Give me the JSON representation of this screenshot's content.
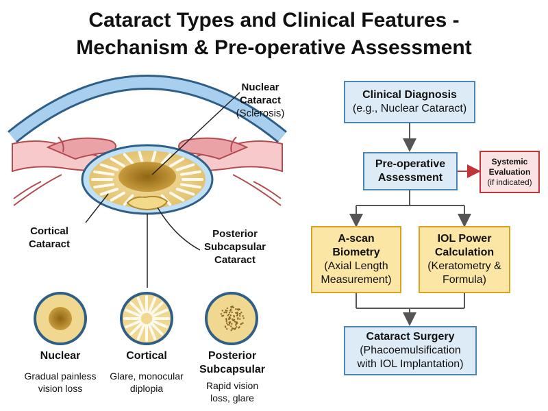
{
  "title": {
    "line1": "Cataract Types and Clinical Features -",
    "line2": "Mechanism & Pre-operative Assessment"
  },
  "eye_labels": {
    "nuclear": {
      "l1": "Nuclear",
      "l2": "Cataract",
      "l3": "(Sclerosis)"
    },
    "cortical": {
      "l1": "Cortical",
      "l2": "Cataract"
    },
    "psc": {
      "l1": "Posterior",
      "l2": "Subcapsular",
      "l3": "Cataract"
    }
  },
  "types": [
    {
      "name": "Nuclear",
      "desc1": "Gradual painless",
      "desc2": "vision loss"
    },
    {
      "name": "Cortical",
      "desc1": "Glare, monocular",
      "desc2": "diplopia"
    },
    {
      "name1": "Posterior",
      "name2": "Subcapsular",
      "desc1": "Rapid vision",
      "desc2": "loss, glare"
    }
  ],
  "flow": {
    "diagnosis": {
      "head": "Clinical Diagnosis",
      "sub": "(e.g., Nuclear Cataract)"
    },
    "preop": {
      "l1": "Pre-operative",
      "l2": "Assessment"
    },
    "systemic": {
      "l1": "Systemic",
      "l2": "Evaluation",
      "l3": "(if indicated)"
    },
    "ascan": {
      "l1": "A-scan",
      "l2": "Biometry",
      "l3": "(Axial Length",
      "l4": "Measurement)"
    },
    "iol": {
      "l1": "IOL Power",
      "l2": "Calculation",
      "l3": "(Keratometry &",
      "l4": "Formula)"
    },
    "surgery": {
      "head": "Cataract Surgery",
      "sub1": "(Phacoemulsification",
      "sub2": "with IOL Implantation)"
    }
  },
  "colors": {
    "blue_box": "#dcebf6",
    "blue_border": "#4a86b4",
    "yellow_box": "#fbe6a6",
    "yellow_border": "#d9a21f",
    "red_box": "#fbe3e3",
    "red_border": "#c0343a",
    "lens": "#e6c878",
    "nucleus": "#a37a1c"
  }
}
